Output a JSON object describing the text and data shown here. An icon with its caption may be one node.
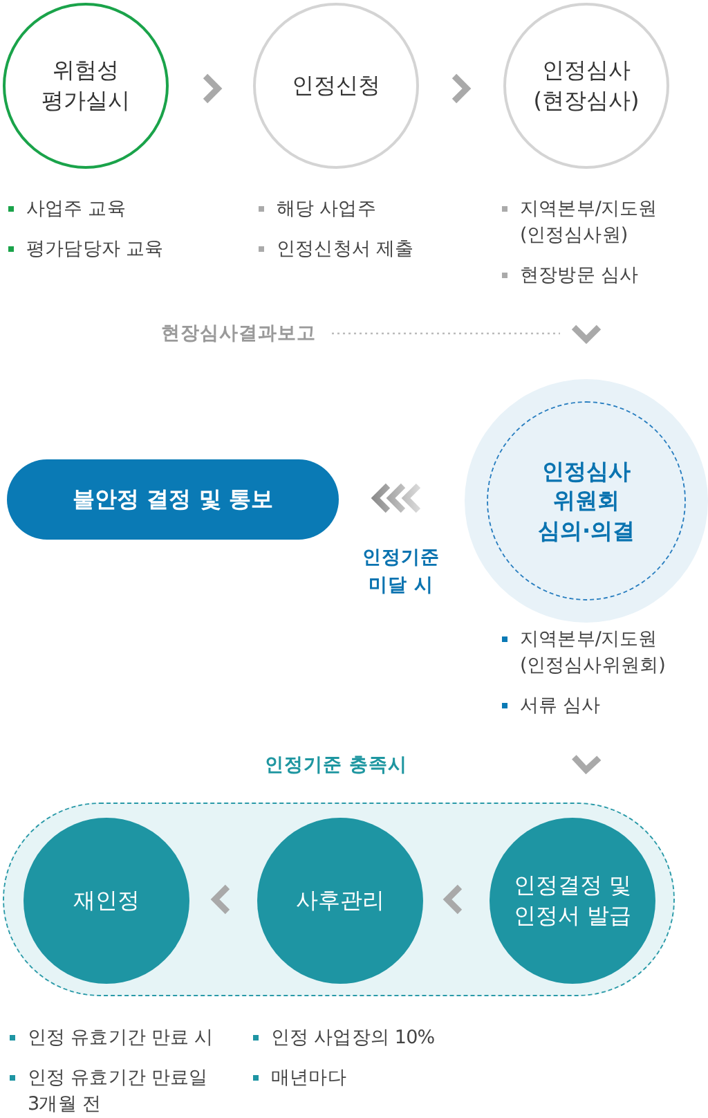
{
  "diagram": {
    "nodes": [
      {
        "text": [
          "위험성 평가실시"
        ],
        "beside": [
          "사업주 교육",
          "평가담당자 교육"
        ]
      },
      {
        "text": [
          "인정신청"
        ],
        "beside": [
          "해당 사업주",
          "인정신청서 제출"
        ]
      },
      {
        "text": [
          "인정심사 (현장심사)"
        ],
        "beside": [
          "지역본부/지도원 (인정심사원)",
          "현장방문 심사"
        ]
      },
      {
        "text": [
          "인정심사 위원회 심의·의결"
        ],
        "beside": [
          "지역본부/지도원 (인정심사위원회)",
          "서류 심사"
        ]
      },
      {
        "text": [
          "불안정 결정 및 통보"
        ]
      },
      {
        "text": [],
        "shape": "band"
      },
      {
        "text": [
          "인정결정 및 인정서 발급"
        ],
        "in": 5
      },
      {
        "text": [
          "사후관리"
        ],
        "in": 5,
        "beside": [
          "인정 사업장의 10%",
          "매년마다"
        ]
      },
      {
        "text": [
          "재인정"
        ],
        "in": 5,
        "beside": [
          "인정 유효기간 만료 시",
          "인정 유효기간 만료일 3개월 전"
        ]
      }
    ],
    "edges": [
      {
        "from": 0,
        "to": 1,
        "arrow": "to"
      },
      {
        "from": 1,
        "to": 2,
        "arrow": "to"
      },
      {
        "from": 2,
        "to": 3,
        "arrow": "to"
      },
      {
        "from": 3,
        "to": 4,
        "arrow": "to",
        "label": "인정기준 미달 시"
      },
      {
        "from": 3,
        "to": 6,
        "arrow": "to"
      },
      {
        "from": 6,
        "to": 7,
        "arrow": "to"
      },
      {
        "from": 7,
        "to": 8,
        "arrow": "to"
      }
    ],
    "labels": [
      "현장심사결과보고",
      "인정기준 충족시"
    ]
  }
}
